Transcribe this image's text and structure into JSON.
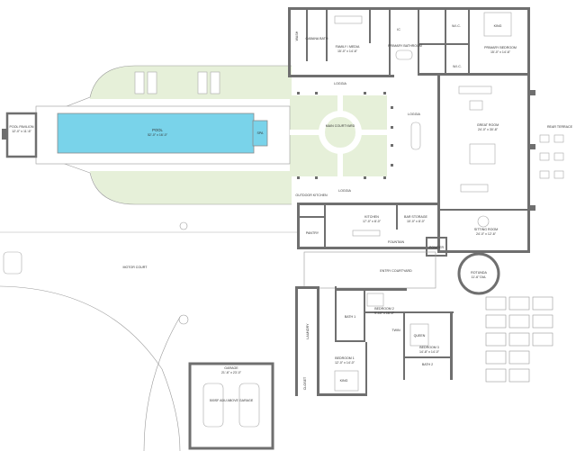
{
  "colors": {
    "wall": "#6f6f6f",
    "lawn": "#e6f0d9",
    "pool_water": "#79d3ea",
    "pool_deck": "#ffffff",
    "line": "#9a9a9a"
  },
  "rooms": {
    "pool_pavilion": {
      "name": "POOL PAVILION",
      "dim": "12'-0\" x 11'-6\""
    },
    "pool": {
      "name": "POOL",
      "dim": "52'-0\" x 16'-0\""
    },
    "spa": {
      "name": "SPA"
    },
    "main_courtyard": {
      "name": "MAIN COURTYARD"
    },
    "loggia_top": {
      "name": "LOGGIA"
    },
    "loggia_side": {
      "name": "LOGGIA"
    },
    "loggia_bottom": {
      "name": "LOGGIA"
    },
    "outdoor_kitchen": {
      "name": "OUTDOOR KITCHEN"
    },
    "wash": {
      "name": "WASH"
    },
    "cabana_bath": {
      "name": "CABANA BATH"
    },
    "family_media": {
      "name": "FAMILY / MEDIA",
      "dim": "15'-0\" x 14'-6\""
    },
    "ic": {
      "name": "IC"
    },
    "primary_bathroom": {
      "name": "PRIMARY BATHROOM"
    },
    "wic_top": {
      "name": "W.I.C."
    },
    "wic_mid": {
      "name": "W.I.C."
    },
    "primary_bedroom": {
      "name": "PRIMARY BEDROOM",
      "dim": "15'-0\" x 14'-6\""
    },
    "king_primary": {
      "name": "KING"
    },
    "great_room": {
      "name": "GREAT ROOM",
      "dim": "24'-0\" x 30'-8\""
    },
    "rear_terrace": {
      "name": "REAR TERRACE"
    },
    "kitchen": {
      "name": "KITCHEN",
      "dim": "17'-0\" x 8'-0\""
    },
    "bar_storage": {
      "name": "BAR STORAGE",
      "dim": "10'-0\" x 8'-0\""
    },
    "pantry": {
      "name": "PANTRY"
    },
    "fountain": {
      "name": "FOUNTAIN"
    },
    "sitting_room": {
      "name": "SITTING ROOM",
      "dim": "24'-0\" x 12'-6\""
    },
    "powder": {
      "name": "POWDER"
    },
    "rotunda": {
      "name": "ROTUNDA",
      "dim": "11'-6\" DIA."
    },
    "entry_courtyard": {
      "name": "ENTRY COURTYARD"
    },
    "motor_court": {
      "name": "MOTOR COURT"
    },
    "bedroom2": {
      "name": "BEDROOM 2",
      "dim": "9'-10\" x 16'-0\""
    },
    "bath1": {
      "name": "BATH 1"
    },
    "laundry": {
      "name": "LAUNDRY"
    },
    "twin": {
      "name": "TWIN"
    },
    "queen": {
      "name": "QUEEN"
    },
    "bedroom3": {
      "name": "BEDROOM 3",
      "dim": "14'-8\" x 14'-0\""
    },
    "bath2": {
      "name": "BATH 2"
    },
    "bedroom1": {
      "name": "BEDROOM 1",
      "dim": "12'-0\" x 14'-0\""
    },
    "king_bedroom1": {
      "name": "KING"
    },
    "closet": {
      "name": "CLOSET"
    },
    "garage": {
      "name": "GARAGE",
      "dim": "21'-6\" x 23'-0\"",
      "note": "500SF ADU ABOVE GARAGE"
    }
  }
}
